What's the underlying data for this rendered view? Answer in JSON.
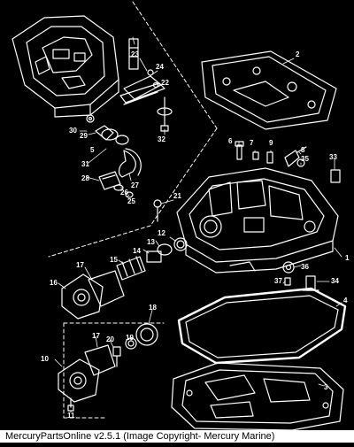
{
  "callouts": [
    {
      "id": "1",
      "text": "1"
    },
    {
      "id": "2",
      "text": "2"
    },
    {
      "id": "3",
      "text": "3"
    },
    {
      "id": "4",
      "text": "4"
    },
    {
      "id": "5",
      "text": "5"
    },
    {
      "id": "6",
      "text": "6"
    },
    {
      "id": "7",
      "text": "7"
    },
    {
      "id": "8",
      "text": "8"
    },
    {
      "id": "9",
      "text": "9"
    },
    {
      "id": "10",
      "text": "10"
    },
    {
      "id": "11",
      "text": "11"
    },
    {
      "id": "12",
      "text": "12"
    },
    {
      "id": "13",
      "text": "13"
    },
    {
      "id": "14",
      "text": "14"
    },
    {
      "id": "15",
      "text": "15"
    },
    {
      "id": "16",
      "text": "16"
    },
    {
      "id": "17a",
      "text": "17"
    },
    {
      "id": "17b",
      "text": "17"
    },
    {
      "id": "18",
      "text": "18"
    },
    {
      "id": "19",
      "text": "19"
    },
    {
      "id": "20",
      "text": "20"
    },
    {
      "id": "21",
      "text": "21"
    },
    {
      "id": "22",
      "text": "22"
    },
    {
      "id": "23",
      "text": "23"
    },
    {
      "id": "24",
      "text": "24"
    },
    {
      "id": "25",
      "text": "25"
    },
    {
      "id": "26",
      "text": "26"
    },
    {
      "id": "27",
      "text": "27"
    },
    {
      "id": "28",
      "text": "28"
    },
    {
      "id": "29",
      "text": "29"
    },
    {
      "id": "30",
      "text": "30"
    },
    {
      "id": "31",
      "text": "31"
    },
    {
      "id": "32",
      "text": "32"
    },
    {
      "id": "33",
      "text": "33"
    },
    {
      "id": "34",
      "text": "34"
    },
    {
      "id": "35",
      "text": "35"
    },
    {
      "id": "36",
      "text": "36"
    },
    {
      "id": "37",
      "text": "37"
    }
  ],
  "footer": {
    "text": "MercuryPartsOnline v2.5.1 (Image Copyright- Mercury Marine)"
  },
  "colors": {
    "background": "#000000",
    "linework": "#ffffff",
    "footer_background": "#ffffff",
    "footer_text": "#000000"
  }
}
